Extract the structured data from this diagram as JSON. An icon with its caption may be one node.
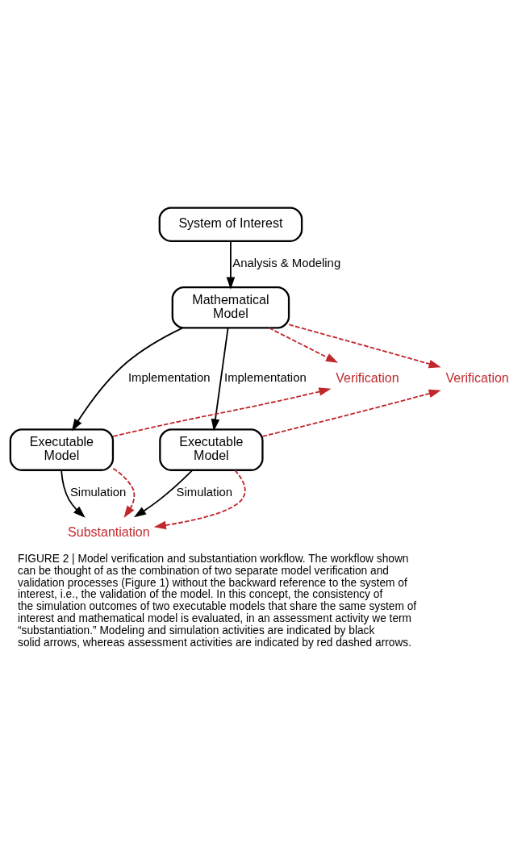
{
  "diagram": {
    "caption": "FIGURE 2 | Model verification and substantiation workflow. The workflow shown can be thought of as the combination of two separate model verification and validation processes (Figure 1) without the backward reference to the system of interest, i.e., the validation of the model. In this concept, the consistency of the simulation outcomes of two executable models that share the same system of interest and mathematical model is evaluated, in an assessment activity we term “substantiation.” Modeling and simulation activities are indicated by black solid arrows, whereas assessment activities are indicated by red dashed arrows.",
    "nodes": [
      {
        "text": [
          "System of Interest"
        ]
      },
      {
        "text": [
          "Mathematical Model"
        ]
      },
      {
        "text": [
          "Executable Model"
        ]
      },
      {
        "text": [
          "Executable Model"
        ]
      },
      {
        "text": [
          "Verification"
        ]
      },
      {
        "text": [
          "Verification"
        ]
      },
      {
        "text": [
          "Substantiation"
        ]
      }
    ],
    "edges": [
      {
        "from": 0,
        "to": 1,
        "arrow": "to",
        "label": "Analysis & Modeling",
        "color": "#000000"
      },
      {
        "from": 1,
        "to": 2,
        "arrow": "to",
        "label": "Implementation",
        "color": "#000000"
      },
      {
        "from": 1,
        "to": 3,
        "arrow": "to",
        "label": "Implementation",
        "color": "#000000"
      },
      {
        "from": 2,
        "to": 6,
        "arrow": "to",
        "label": "Simulation",
        "color": "#000000"
      },
      {
        "from": 3,
        "to": 6,
        "arrow": "to",
        "label": "Simulation",
        "color": "#000000"
      },
      {
        "from": 1,
        "to": 4,
        "arrow": "to",
        "style": "dashed",
        "color": "#c0282d"
      },
      {
        "from": 2,
        "to": 4,
        "arrow": "to",
        "style": "dashed",
        "color": "#c0282d"
      },
      {
        "from": 1,
        "to": 5,
        "arrow": "to",
        "style": "dashed",
        "color": "#c0282d"
      },
      {
        "from": 3,
        "to": 5,
        "arrow": "to",
        "style": "dashed",
        "color": "#c0282d"
      },
      {
        "from": 2,
        "to": 6,
        "arrow": "to",
        "style": "dashed",
        "color": "#c0282d"
      },
      {
        "from": 3,
        "to": 6,
        "arrow": "to",
        "style": "dashed",
        "color": "#c0282d"
      }
    ]
  }
}
